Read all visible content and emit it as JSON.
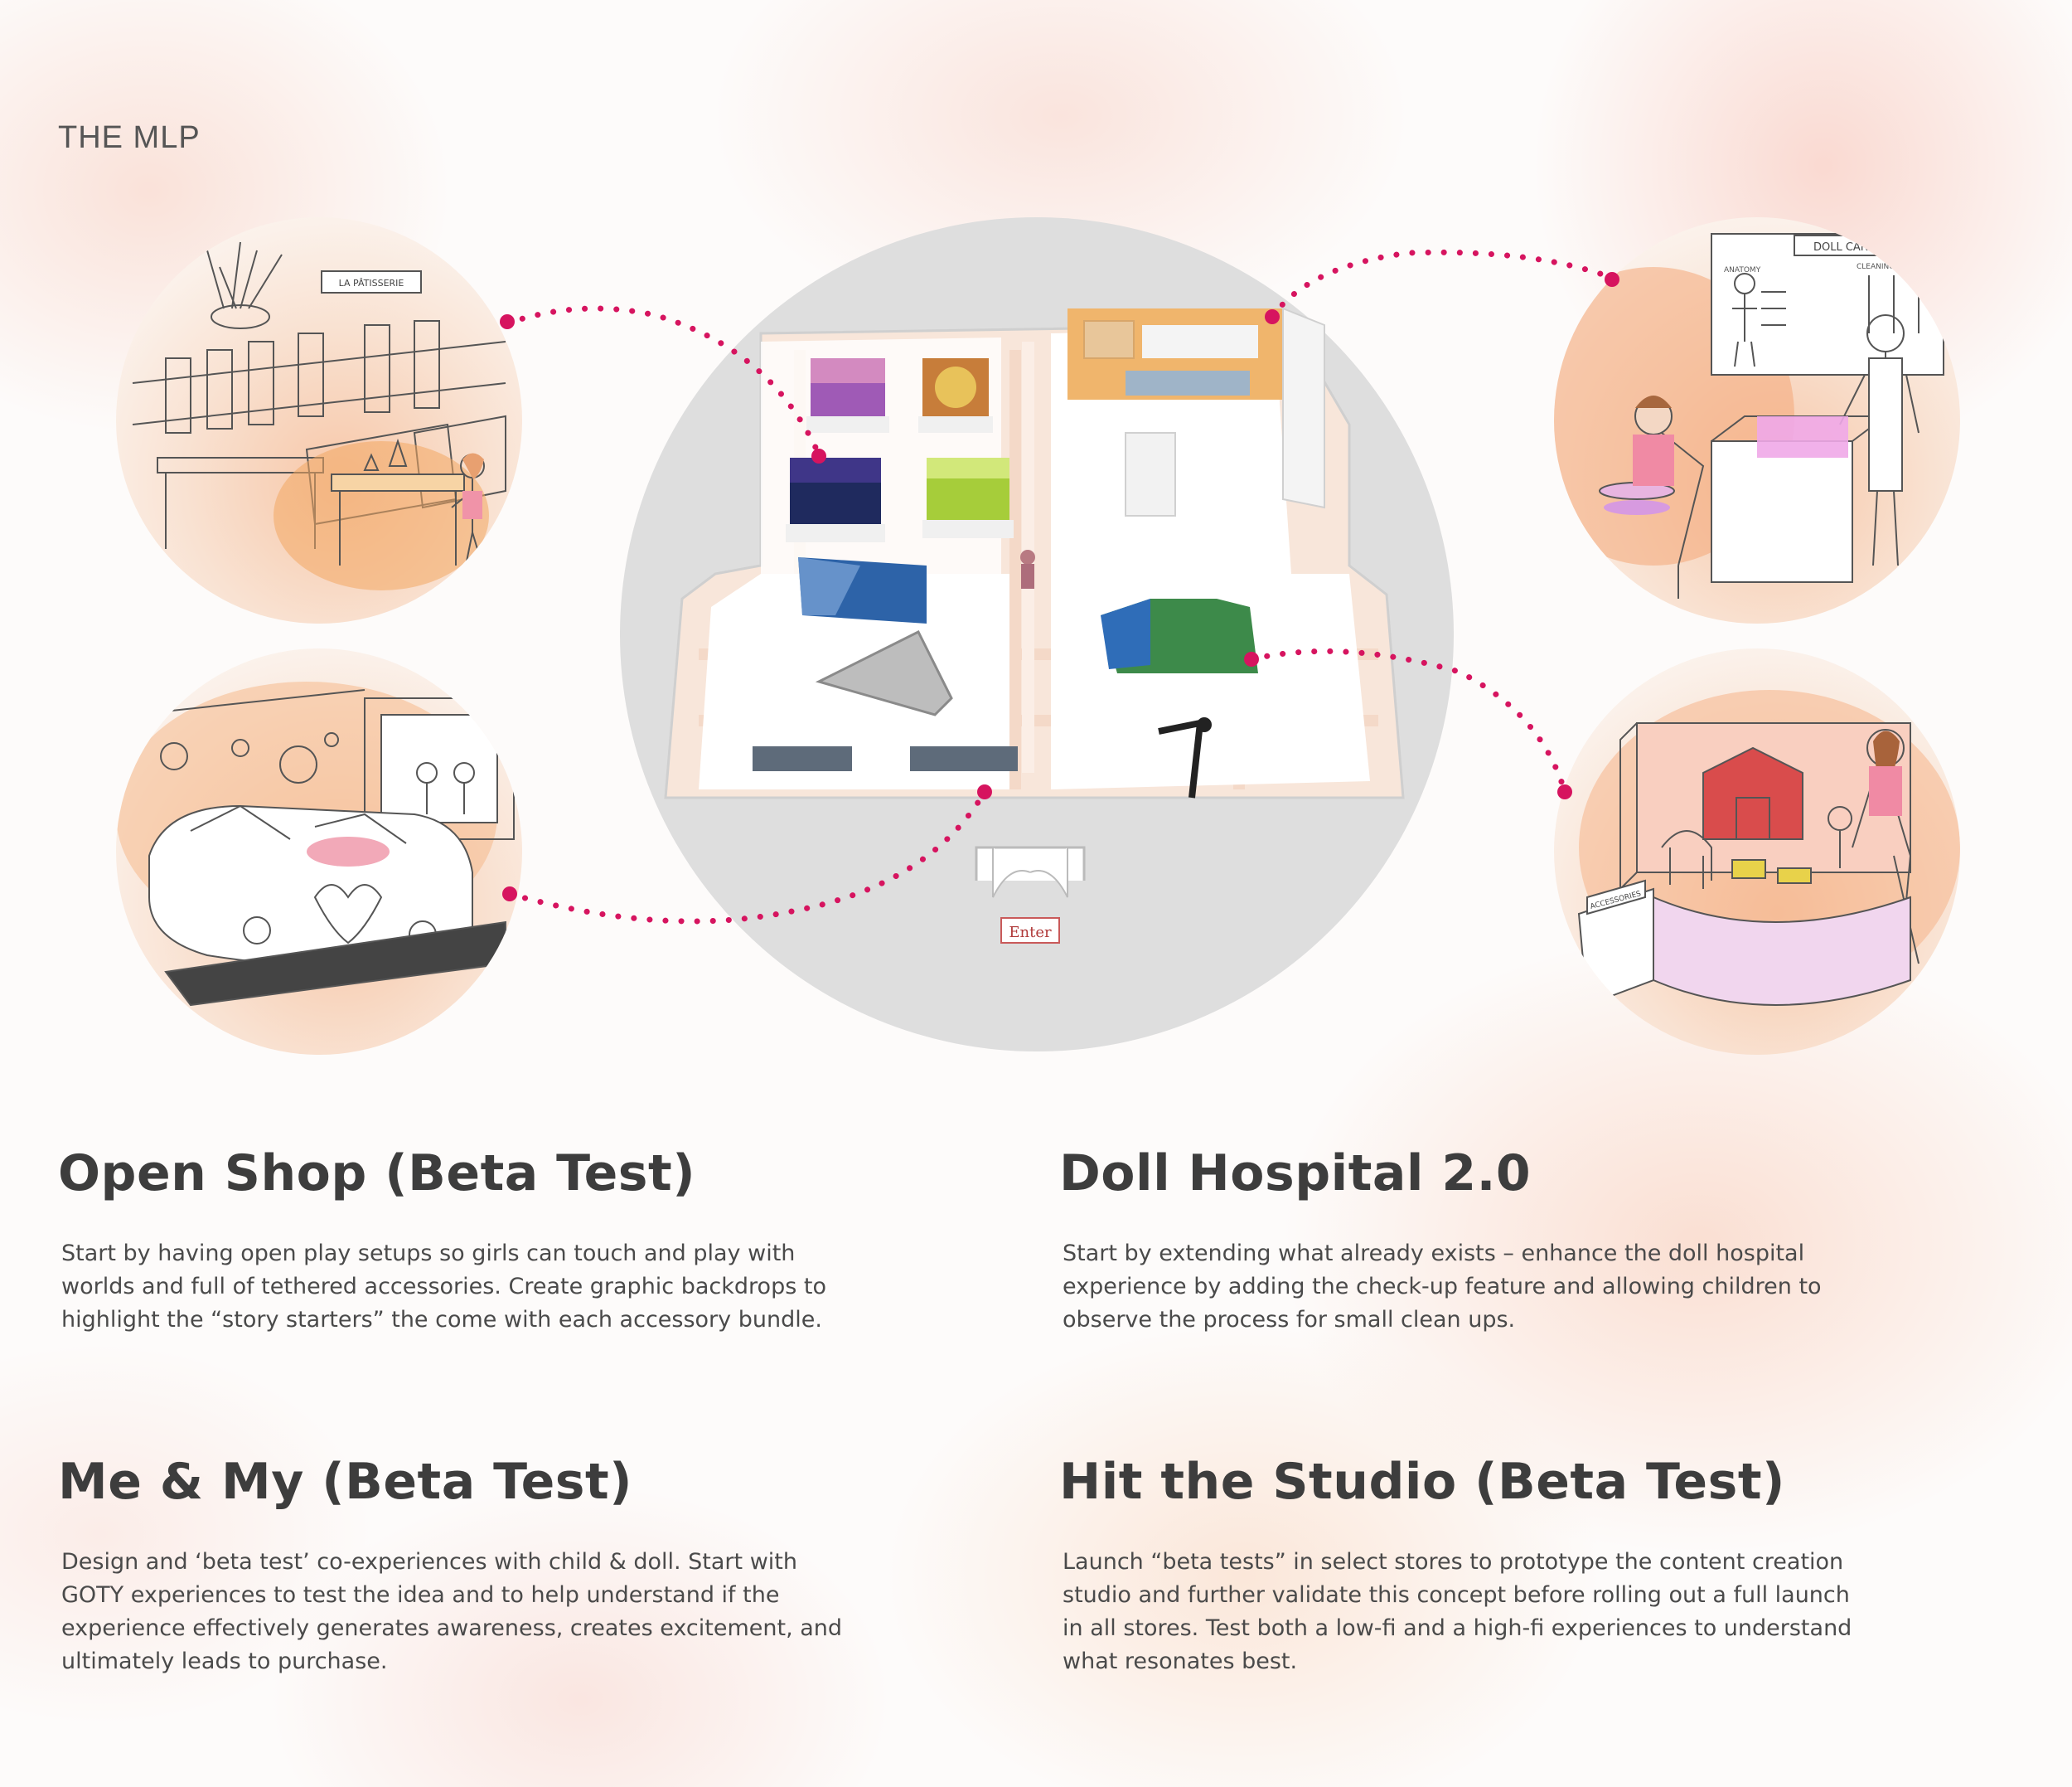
{
  "page": {
    "label": "THE MLP"
  },
  "floor_plan": {
    "entrance_label": "Enter"
  },
  "sections": {
    "open_shop": {
      "title": "Open Shop (Beta Test)",
      "body": "Start by having open play setups so girls can touch and play with worlds and full of tethered accessories. Create graphic backdrops to highlight the “story starters” the come with each accessory bundle."
    },
    "doll_hospital": {
      "title": "Doll Hospital 2.0",
      "body": "Start by extending what already exists – enhance the doll hospital experience by adding the check-up feature and allowing children to observe the process for small clean ups."
    },
    "me_and_my": {
      "title": "Me & My (Beta Test)",
      "body": "Design and ‘beta test’ co-experiences with child & doll. Start with GOTY experiences to test the idea and to help understand if the experience effectively generates awareness, creates excitement, and ultimately leads to purchase."
    },
    "hit_the_studio": {
      "title": "Hit the Studio (Beta Test)",
      "body": "Launch “beta tests” in select stores to prototype the content creation studio and further validate this concept before rolling out a full launch in all stores. Test both a low-fi and a high-fi experiences to understand what resonates best."
    }
  },
  "illustration_text": {
    "cafe_sign": "LA PÂTISSERIE",
    "doll_care_sign": "DOLL CARE",
    "anatomy_label": "ANATOMY",
    "cleaning_label": "CLEANING",
    "accessories_sign": "ACCESSORIES"
  },
  "colors": {
    "connector": "#d6145f",
    "heading": "#3d3d3d",
    "body_text": "#4a4a4a",
    "plan_circle": "#dedede"
  }
}
